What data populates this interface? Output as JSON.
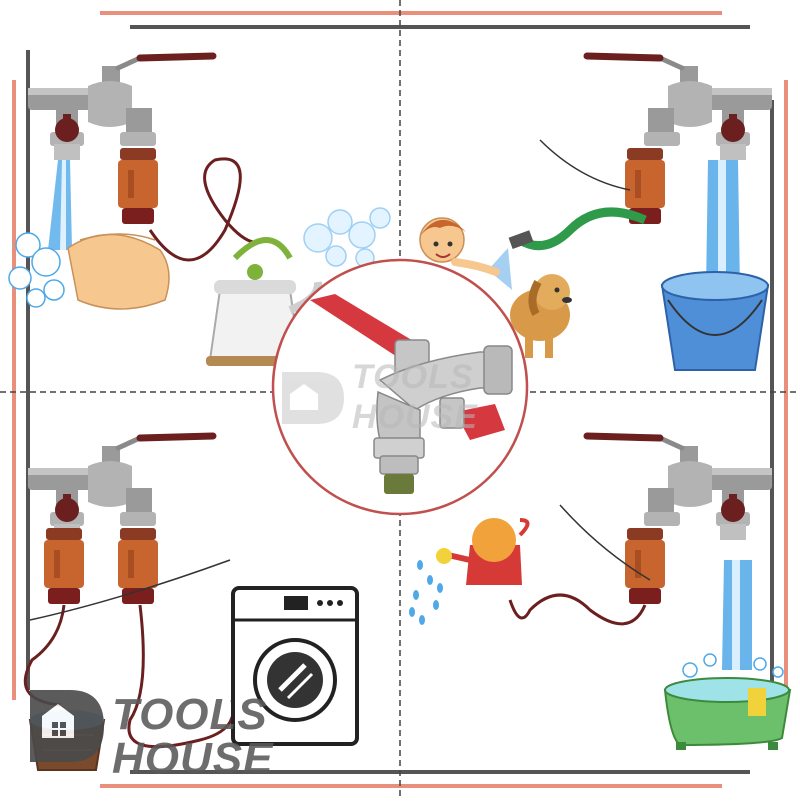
{
  "image": {
    "kind": "product-illustration",
    "subject": "double outlet garden water tap"
  },
  "watermark": {
    "line1": "TOOLS",
    "line2": "HOUSE"
  },
  "center_watermark": {
    "line1": "TOOLS",
    "line2": "HOUSE"
  },
  "colors": {
    "accent_red": "#d63a36",
    "frame_salmon": "#e8907c",
    "frame_grey": "#555555",
    "hose_brown": "#6b1f1f",
    "connector_orange": "#c8642e",
    "water_blue": "#4fa8e8",
    "tap_grey": "#a0a0a0"
  },
  "scenes": [
    {
      "id": "hand-washing",
      "icons": [
        "tap-icon",
        "hand-washing-icon",
        "kettle-icon",
        "soap-bubbles-icon"
      ]
    },
    {
      "id": "bucket-and-pet",
      "icons": [
        "tap-icon",
        "bucket-icon",
        "child-icon",
        "dog-icon",
        "green-hose-icon"
      ]
    },
    {
      "id": "washing-machine",
      "icons": [
        "tap-icon",
        "washing-machine-icon",
        "basket-icon"
      ]
    },
    {
      "id": "watering-and-bath",
      "icons": [
        "tap-icon",
        "watering-can-icon",
        "bathtub-icon"
      ]
    }
  ]
}
